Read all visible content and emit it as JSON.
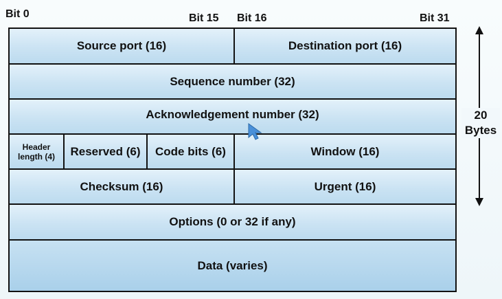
{
  "bit_labels": {
    "bit0": "Bit 0",
    "bit15": "Bit 15",
    "bit16": "Bit 16",
    "bit31": "Bit 31"
  },
  "rows": {
    "row1": {
      "source_port": "Source port (16)",
      "destination_port": "Destination port (16)"
    },
    "row2": {
      "sequence_number": "Sequence number (32)"
    },
    "row3": {
      "acknowledgement_number": "Acknowledgement number (32)"
    },
    "row4": {
      "header_length_line1": "Header",
      "header_length_line2": "length (4)",
      "reserved": "Reserved (6)",
      "code_bits": "Code bits (6)",
      "window": "Window (16)"
    },
    "row5": {
      "checksum": "Checksum (16)",
      "urgent": "Urgent (16)"
    },
    "row6": {
      "options": "Options (0 or 32 if any)"
    },
    "row7": {
      "data": "Data (varies)"
    }
  },
  "header_size": {
    "value": "20",
    "unit": "Bytes"
  },
  "colors": {
    "cell_fill": "#cbe3f3",
    "border": "#111111",
    "cursor": "#4a90d9"
  },
  "icons": {
    "size_arrow": "double-arrow-vertical-icon",
    "cursor": "mouse-pointer-icon"
  }
}
